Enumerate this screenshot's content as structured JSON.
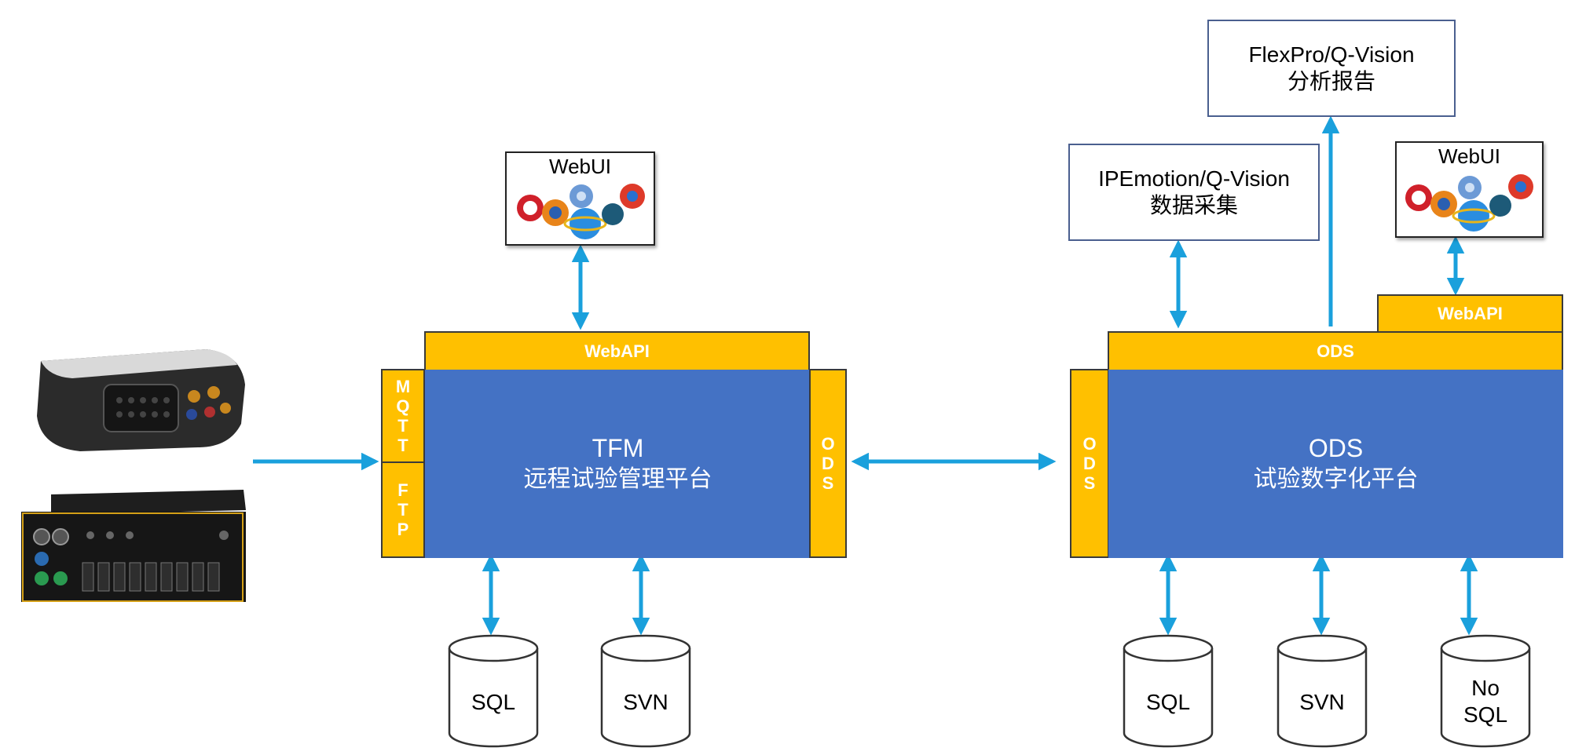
{
  "left_platform": {
    "title": "TFM",
    "subtitle": "远程试验管理平台",
    "webapi": "WebAPI",
    "mqtt": "M\nQ\nT\nT",
    "ftp": "F\nT\nP",
    "ods": "O\nD\nS",
    "webui": "WebUI",
    "databases": [
      "SQL",
      "SVN"
    ]
  },
  "right_platform": {
    "title": "ODS",
    "subtitle": "试验数字化平台",
    "ods_top": "ODS",
    "ods_left": "O\nD\nS",
    "webapi": "WebAPI",
    "webui": "WebUI",
    "databases": [
      "SQL",
      "SVN",
      "No\nSQL"
    ]
  },
  "acquisition_box": {
    "line1": "IPEmotion/Q-Vision",
    "line2": "数据采集"
  },
  "analysis_box": {
    "line1": "FlexPro/Q-Vision",
    "line2": "分析报告"
  },
  "colors": {
    "blue": "#4472C4",
    "gold": "#FFC000",
    "arrow": "#1AA0DC"
  }
}
